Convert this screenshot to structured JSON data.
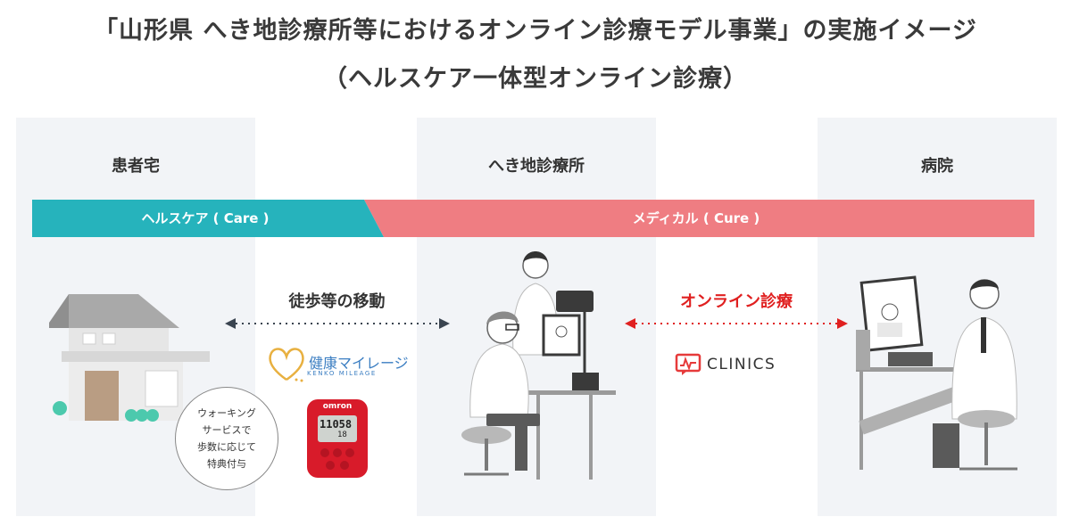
{
  "title": {
    "line1": "「山形県 へき地診療所等におけるオンライン診療モデル事業」の実施イメージ",
    "line2": "（ヘルスケア一体型オンライン診療）"
  },
  "panels": {
    "home": "患者宅",
    "clinic": "へき地診療所",
    "hospital": "病院"
  },
  "band": {
    "care": "ヘルスケア ( Care )",
    "cure": "メディカル ( Cure )",
    "care_color": "#26b3bc",
    "cure_color": "#ef7d82"
  },
  "walk": {
    "label": "徒歩等の移動",
    "circle_lines": [
      "ウォーキング",
      "サービスで",
      "歩数に応じて",
      "特典付与"
    ]
  },
  "kenko": {
    "name": "健康マイレージ",
    "sub": "KENKO MILEAGE"
  },
  "pedometer": {
    "brand": "omron",
    "display": "11058",
    "sub_display": "18"
  },
  "online": {
    "label": "オンライン診療",
    "color": "#e02020"
  },
  "clinics": {
    "name": "CLINICS"
  }
}
